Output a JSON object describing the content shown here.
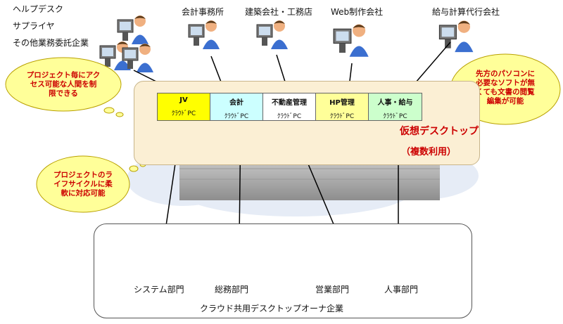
{
  "external": {
    "left_labels": [
      "ヘルプデスク",
      "サプライヤ",
      "その他業務委託企業"
    ],
    "top_labels": [
      "会計事務所",
      "建築会社・工務店",
      "Web制作会社",
      "給与計算代行会社"
    ]
  },
  "clouds": {
    "left_top": "プロジェクト毎にアク\nセス可能な人間を制\n限できる",
    "left_bottom": "プロジェクトのラ\nイフサイクルに柔\n軟に対応可能",
    "right": "先方のパソコンに\n必要なソフトが無\nくても文書の閲覧\n編集が可能"
  },
  "virtual_desktop": {
    "title": "仮想デスクトップ",
    "subtitle": "（複数利用）",
    "pc_suffix": "ｸﾗｳﾄﾞPC",
    "cells": [
      {
        "name": "JV",
        "color": "#ffff00"
      },
      {
        "name": "会計",
        "color": "#ccffff"
      },
      {
        "name": "不動産管理",
        "color": "#ffffff"
      },
      {
        "name": "HP管理",
        "color": "#ffff99"
      },
      {
        "name": "人事・給与",
        "color": "#ccffcc"
      }
    ]
  },
  "departments": [
    "システム部門",
    "総務部門",
    "営業部門",
    "人事部門"
  ],
  "owner": "クラウド共用デスクトップオーナ企業"
}
